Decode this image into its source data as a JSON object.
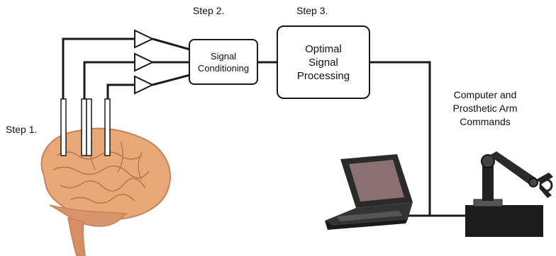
{
  "labels": {
    "step1": "Step 1.",
    "step2": "Step 2.",
    "step3": "Step 3."
  },
  "boxes": {
    "signal_conditioning": "Signal\nConditioning",
    "optimal_processing": "Optimal\nSignal\nProcessing"
  },
  "output_label": "Computer and\nProsthetic Arm\nCommands",
  "icons": [
    "brain-illustration",
    "electrode-icon",
    "amplifier-icon",
    "laptop-icon",
    "robotic-arm-icon"
  ],
  "colors": {
    "line": "#1a1a1a",
    "brain": "#e8a877",
    "brain_shadow": "#c98156",
    "laptop": "#2a2a2a",
    "robot": "#1c1c1c"
  }
}
